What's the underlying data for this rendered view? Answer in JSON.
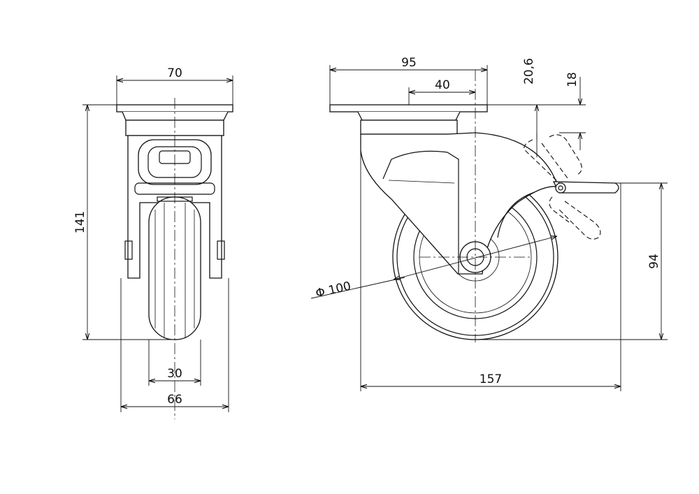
{
  "dimensions": {
    "front_plate_width": "70",
    "overall_height": "141",
    "wheel_width": "30",
    "overall_width": "66",
    "side_plate_length": "95",
    "bolt_spacing": "40",
    "brake_offset_a": "20,6",
    "brake_offset_b": "18",
    "wheel_diameter": "Φ 100",
    "brake_height": "94",
    "swivel_radius_length": "157"
  }
}
